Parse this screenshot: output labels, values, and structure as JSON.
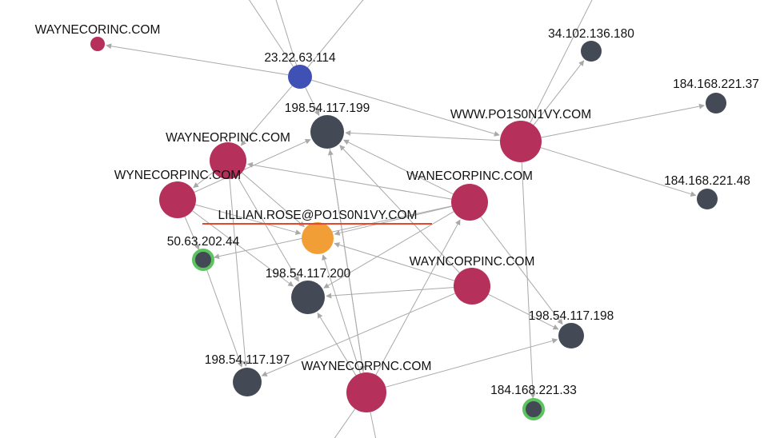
{
  "colors": {
    "domain": "#b5305a",
    "ip": "#434a55",
    "ip_alt": "#3f51b5",
    "email": "#f29e37",
    "highlight_ring": "#5bc45f",
    "edge": "#a9a9a9",
    "underline": "#e8462b"
  },
  "nodes": [
    {
      "id": "wayne_corinc",
      "label": "WAYNECORINC.COM",
      "kind": "domain"
    },
    {
      "id": "ip_23_22",
      "label": "23.22.63.114",
      "kind": "ip_alt"
    },
    {
      "id": "ip_34_102",
      "label": "34.102.136.180",
      "kind": "ip"
    },
    {
      "id": "ip_184_37",
      "label": "184.168.221.37",
      "kind": "ip"
    },
    {
      "id": "ip_198_199",
      "label": "198.54.117.199",
      "kind": "ip"
    },
    {
      "id": "www_po1s0n1vy",
      "label": "WWW.PO1S0N1VY.COM",
      "kind": "domain"
    },
    {
      "id": "wayne_orpinc",
      "label": "WAYNEORPINC.COM",
      "kind": "domain"
    },
    {
      "id": "ip_184_48",
      "label": "184.168.221.48",
      "kind": "ip"
    },
    {
      "id": "wyne_corpinc",
      "label": "WYNECORPINC.COM",
      "kind": "domain"
    },
    {
      "id": "wane_corpinc",
      "label": "WANECORPINC.COM",
      "kind": "domain"
    },
    {
      "id": "email_lillian",
      "label": "LILLIAN.ROSE@PO1S0N1VY.COM",
      "kind": "email"
    },
    {
      "id": "ip_50_63",
      "label": "50.63.202.44",
      "kind": "ip",
      "highlighted": true
    },
    {
      "id": "wayn_corpinc",
      "label": "WAYNCORPINC.COM",
      "kind": "domain"
    },
    {
      "id": "ip_198_200",
      "label": "198.54.117.200",
      "kind": "ip"
    },
    {
      "id": "ip_198_198",
      "label": "198.54.117.198",
      "kind": "ip"
    },
    {
      "id": "ip_198_197",
      "label": "198.54.117.197",
      "kind": "ip"
    },
    {
      "id": "wayne_corpnc",
      "label": "WAYNECORPNC.COM",
      "kind": "domain"
    },
    {
      "id": "ip_184_33",
      "label": "184.168.221.33",
      "kind": "ip",
      "highlighted": true
    }
  ]
}
